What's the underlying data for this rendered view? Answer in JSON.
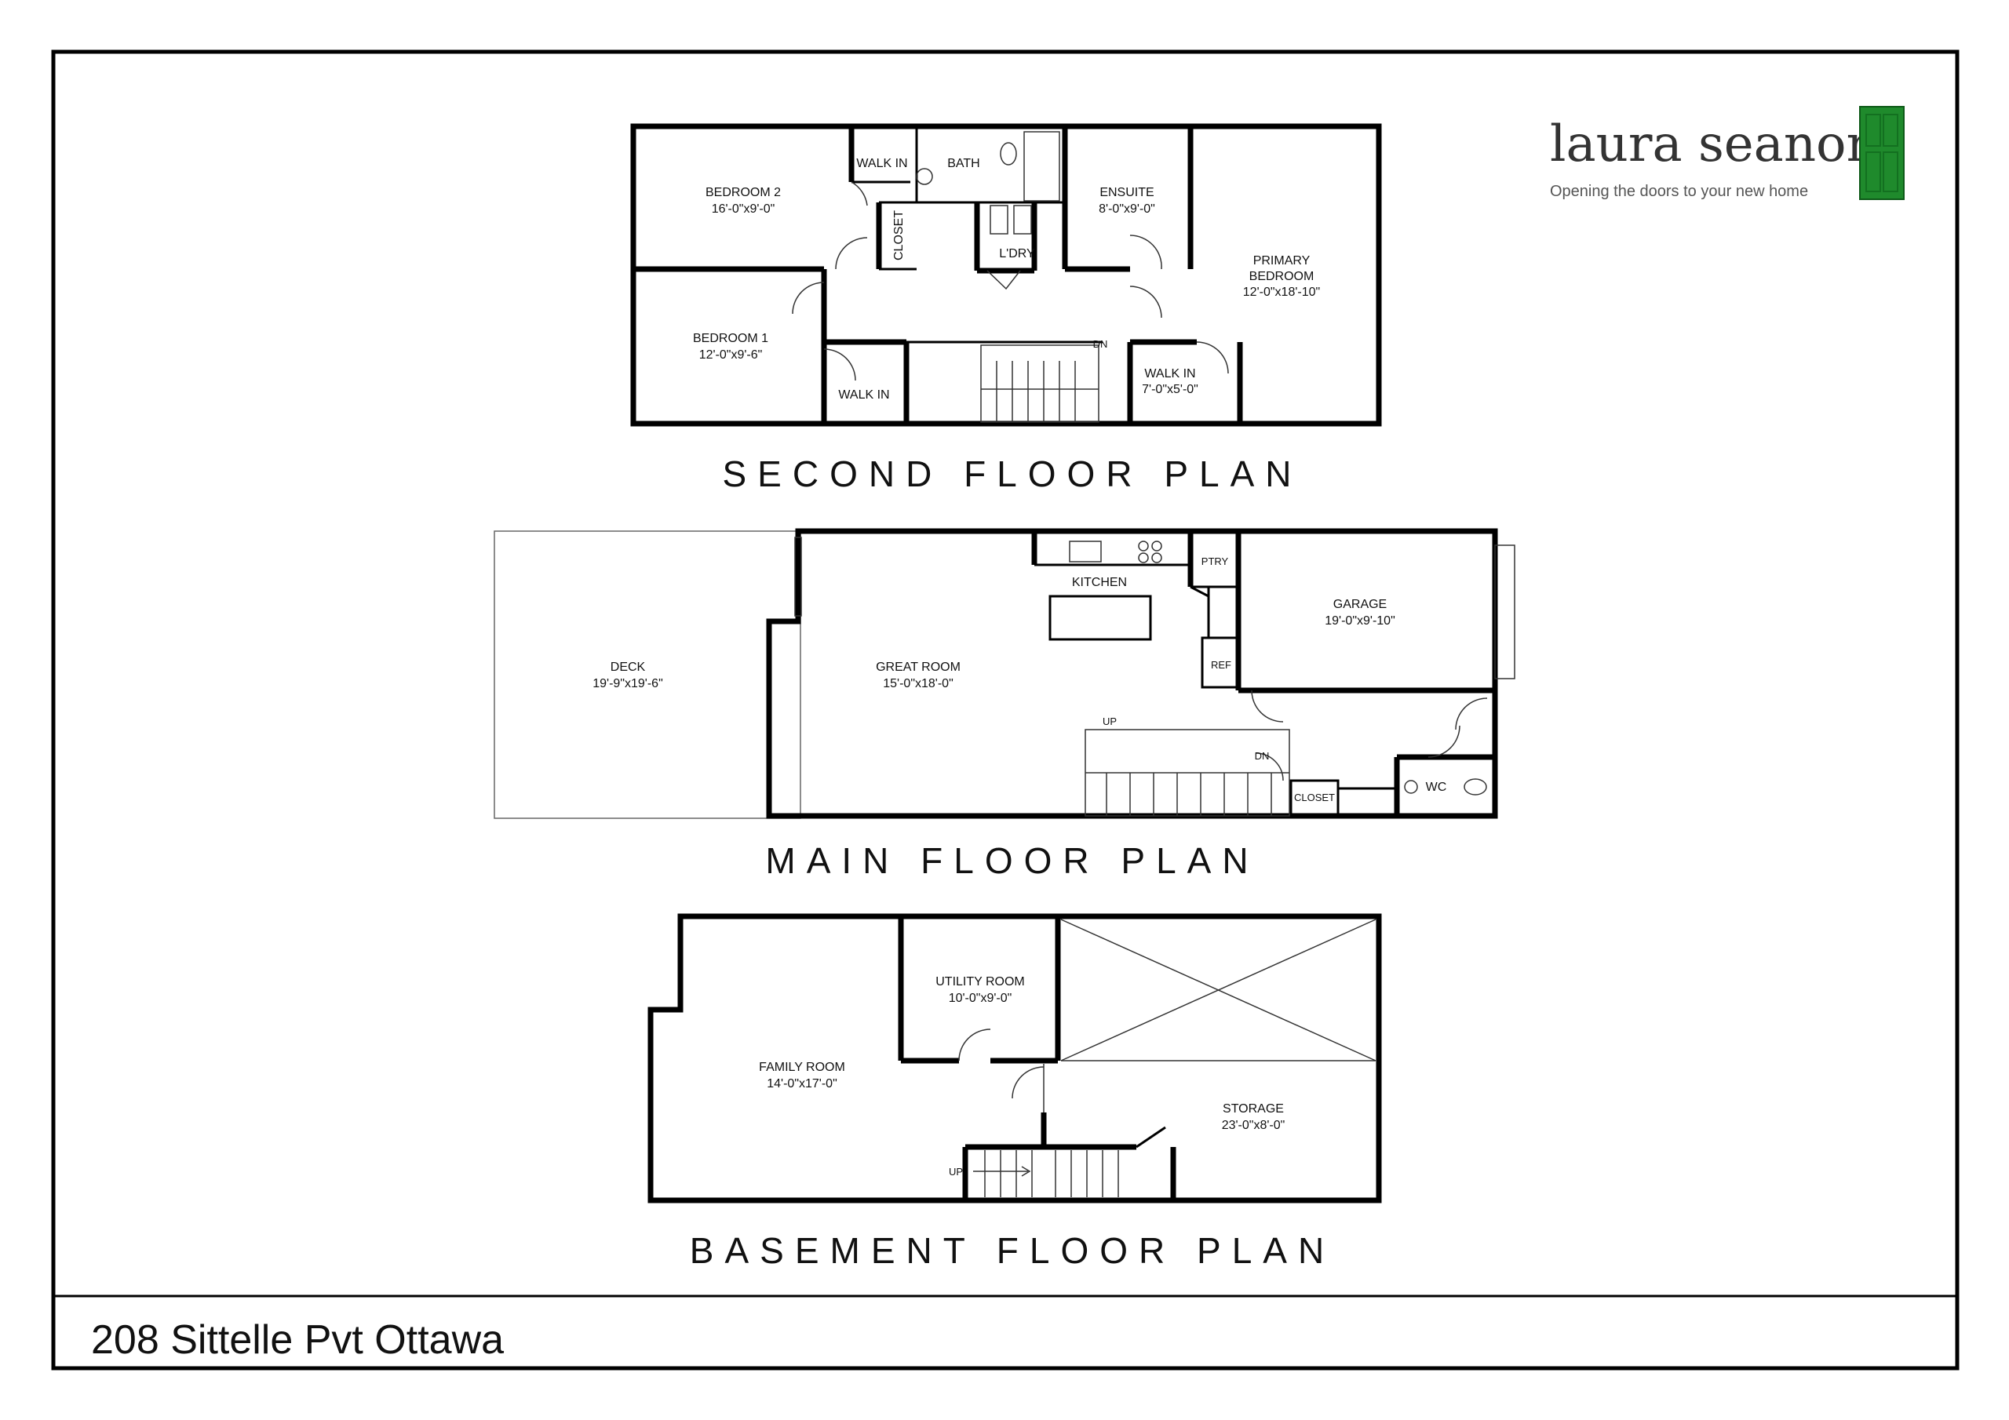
{
  "brand": {
    "name": "laura seanor",
    "tagline": "Opening the doors to your new home",
    "accent_color": "#1f8a2c"
  },
  "address": "208 Sittelle Pvt Ottawa",
  "second_floor": {
    "title": "SECOND FLOOR PLAN",
    "rooms": {
      "bedroom2": {
        "name": "BEDROOM 2",
        "size": "16'-0\"x9'-0\""
      },
      "walkin_a": {
        "name": "WALK IN"
      },
      "bath": {
        "name": "BATH"
      },
      "closet": {
        "name": "CLOSET"
      },
      "laundry": {
        "name": "L'DRY"
      },
      "ensuite": {
        "name": "ENSUITE",
        "size": "8'-0\"x9'-0\""
      },
      "primary": {
        "name1": "PRIMARY",
        "name2": "BEDROOM",
        "size": "12'-0\"x18'-10\""
      },
      "bedroom1": {
        "name": "BEDROOM 1",
        "size": "12'-0\"x9'-6\""
      },
      "walkin_b": {
        "name": "WALK IN"
      },
      "walkin_c": {
        "name": "WALK IN",
        "size": "7'-0\"x5'-0\""
      },
      "stair_dn": {
        "name": "DN"
      }
    }
  },
  "main_floor": {
    "title": "MAIN FLOOR PLAN",
    "rooms": {
      "deck": {
        "name": "DECK",
        "size": "19'-9\"x19'-6\""
      },
      "great_room": {
        "name": "GREAT ROOM",
        "size": "15'-0\"x18'-0\""
      },
      "kitchen": {
        "name": "KITCHEN"
      },
      "pantry": {
        "name": "PTRY"
      },
      "ref": {
        "name": "REF"
      },
      "garage": {
        "name": "GARAGE",
        "size": "19'-0\"x9'-10\""
      },
      "stair_up": {
        "name": "UP"
      },
      "stair_dn": {
        "name": "DN"
      },
      "closet": {
        "name": "CLOSET"
      },
      "wc": {
        "name": "WC"
      }
    }
  },
  "basement": {
    "title": "BASEMENT FLOOR PLAN",
    "rooms": {
      "utility": {
        "name": "UTILITY ROOM",
        "size": "10'-0\"x9'-0\""
      },
      "family": {
        "name": "FAMILY ROOM",
        "size": "14'-0\"x17'-0\""
      },
      "storage": {
        "name": "STORAGE",
        "size": "23'-0\"x8'-0\""
      },
      "stair_up": {
        "name": "UP"
      }
    }
  }
}
